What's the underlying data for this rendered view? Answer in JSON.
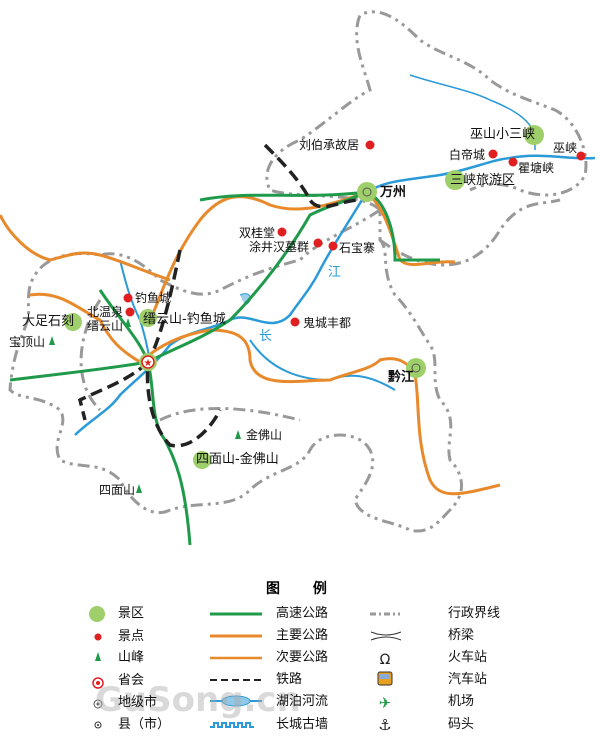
{
  "colors": {
    "expressway": "#1f9a4a",
    "main_road": "#e8892b",
    "river": "#2a9ad8",
    "boundary": "#999999",
    "railway": "#222222",
    "scenic_area": "#9fcf6a",
    "scenic_spot": "#e02020",
    "peak": "#1f9a4a"
  },
  "places": {
    "wanzhou": "万州",
    "qianjiang": "黔江",
    "wushan_xiaosanxia": "巫山小三峡",
    "sanxia": "三峡旅游区",
    "baidicheng": "白帝城",
    "qutangxia": "瞿塘峡",
    "wuxia": "巫峡",
    "liubocheng": "刘伯承故居",
    "shuangguitang": "双桂堂",
    "tujing": "涂井汉墓群",
    "shibaozhai": "石宝寨",
    "fengdu": "鬼城丰都",
    "diaoyucheng": "钓鱼城",
    "beiwenquan": "北温泉",
    "jinyunshan": "缙云山",
    "jinyun_diaoyu": "缙云山-钓鱼城",
    "dazu": "大足石刻",
    "baoding": "宝顶山",
    "jinfoshan": "金佛山",
    "simian_jinfo": "四面山-金佛山",
    "simianshan": "四面山",
    "river_chang": "长",
    "river_jiang": "江"
  },
  "legend": {
    "title": "图 例",
    "items": [
      {
        "icon": "scenic-area",
        "label": "景区"
      },
      {
        "icon": "scenic-spot",
        "label": "景点"
      },
      {
        "icon": "peak",
        "label": "山峰"
      },
      {
        "icon": "provincial-capital",
        "label": "省会"
      },
      {
        "icon": "prefecture-city",
        "label": "地级市"
      },
      {
        "icon": "county",
        "label": "县（市）"
      },
      {
        "icon": "expressway",
        "label": "高速公路"
      },
      {
        "icon": "main-road",
        "label": "主要公路"
      },
      {
        "icon": "secondary-road",
        "label": "次要公路"
      },
      {
        "icon": "railway",
        "label": "铁路"
      },
      {
        "icon": "lake-river",
        "label": "湖泊河流"
      },
      {
        "icon": "great-wall",
        "label": "长城古墙"
      },
      {
        "icon": "admin-boundary",
        "label": "行政界线"
      },
      {
        "icon": "bridge",
        "label": "桥梁"
      },
      {
        "icon": "train-station",
        "label": "火车站"
      },
      {
        "icon": "bus-station",
        "label": "汽车站"
      },
      {
        "icon": "airport",
        "label": "机场"
      },
      {
        "icon": "dock",
        "label": "码头"
      }
    ]
  },
  "watermark": "GuSong.cn"
}
